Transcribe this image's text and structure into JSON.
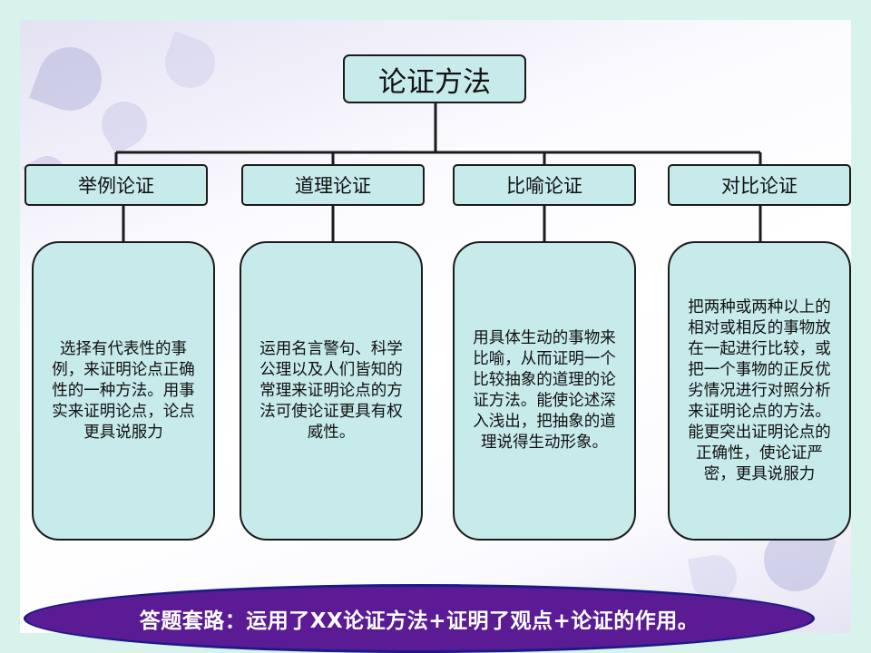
{
  "root": {
    "label": "论证方法"
  },
  "categories": [
    {
      "label": "举例论证",
      "description": "选择有代表性的事例，来证明论点正确性的一种方法。用事实来证明论点，论点更具说服力"
    },
    {
      "label": "道理论证",
      "description": "运用名言警句、科学公理以及人们皆知的常理来证明论点的方法可使论证更具有权威性。"
    },
    {
      "label": "比喻论证",
      "description": "用具体生动的事物来比喻，从而证明一个比较抽象的道理的论证方法。能使论述深入浅出，把抽象的道理说得生动形象。"
    },
    {
      "label": "对比论证",
      "description": "把两种或两种以上的相对或相反的事物放在一起进行比较，或把一个事物的正反优劣情况进行对照分析来证明论点的方法。能更突出证明论点的正确性，使论证严密，更具说服力"
    }
  ],
  "footer": {
    "text": "答题套路：运用了XX论证方法+证明了观点+论证的作用。"
  },
  "colors": {
    "box_fill": "#c7eaea",
    "banner_fill": "#5a1b94",
    "banner_text": "#ffffff",
    "outer_background": "#d8f2ec"
  }
}
